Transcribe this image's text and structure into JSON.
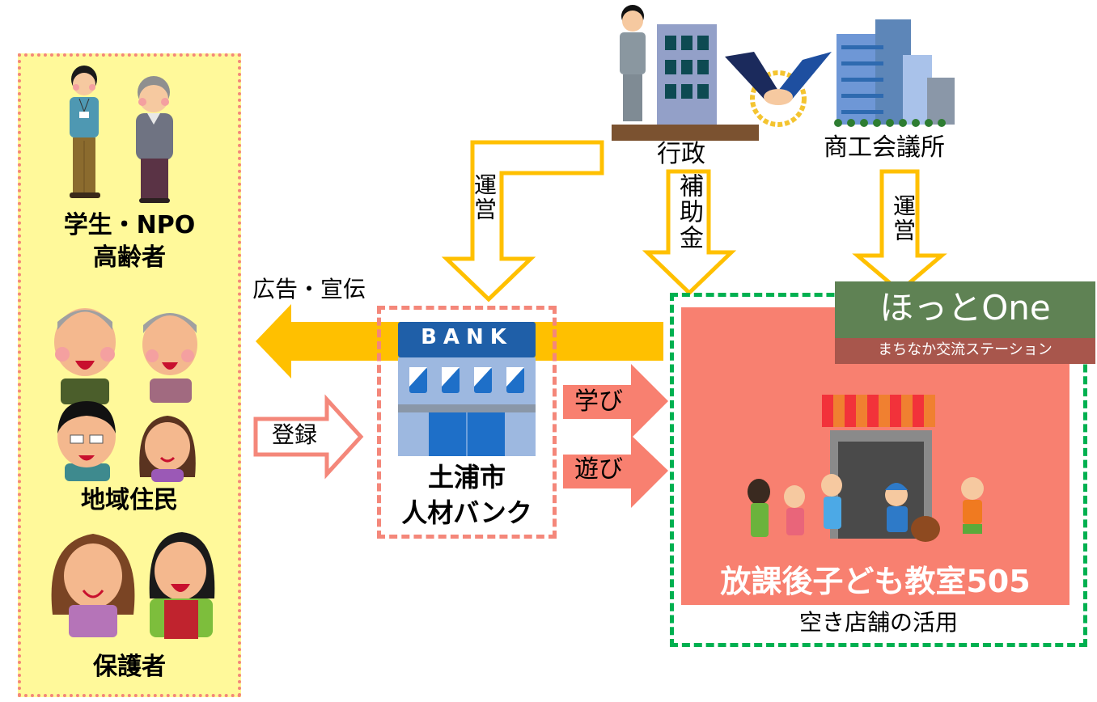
{
  "colors": {
    "yellow_panel_bg": "#FFF99A",
    "panel_border": "#F4877A",
    "orange_arrow": "#FFC000",
    "salmon": "#F88070",
    "green_dash": "#00B050",
    "hotone_green": "#5F8254",
    "hotone_red": "#A8564C",
    "bank_blue": "#1F5FA8"
  },
  "left_panel": {
    "groups": [
      {
        "label_line1": "学生・NPO",
        "label_line2": "高齢者",
        "icons": [
          "student-man-icon",
          "elderly-man-icon"
        ]
      },
      {
        "label_line1": "地域住民",
        "icons": [
          "grandfather-icon",
          "grandmother-icon",
          "man-with-glasses-icon",
          "woman-icon"
        ]
      },
      {
        "label_line1": "保護者",
        "icons": [
          "mother-icon",
          "mother-apron-icon"
        ]
      }
    ]
  },
  "arrows": {
    "advertise": "広告・宣伝",
    "register": "登録",
    "learn": "学び",
    "play": "遊び",
    "operate_left": "運営",
    "subsidy": "補助金",
    "operate_right": "運営"
  },
  "bank": {
    "sign": "BANK",
    "title_line1": "土浦市",
    "title_line2": "人材バンク"
  },
  "top": {
    "government_label": "行政",
    "chamber_label": "商工会議所"
  },
  "hotone": {
    "title": "ほっとOne",
    "subtitle": "まちなか交流ステーション"
  },
  "classroom": {
    "title": "放課後子ども教室505",
    "caption": "空き店舗の活用"
  }
}
